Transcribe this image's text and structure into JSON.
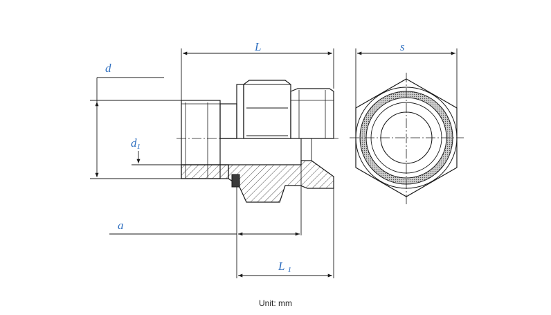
{
  "dimensions": {
    "L": "L",
    "s": "s",
    "d": "d",
    "d1_base": "d",
    "d1_sub": "1",
    "a": "a",
    "L1_base": "L",
    "L1_sub": "1"
  },
  "caption": {
    "prefix": "Unit:",
    "unit": "mm"
  },
  "colors": {
    "line": "#1a1a1a",
    "label": "#2f6fc0",
    "seal_fill": "#bdbdbd"
  }
}
